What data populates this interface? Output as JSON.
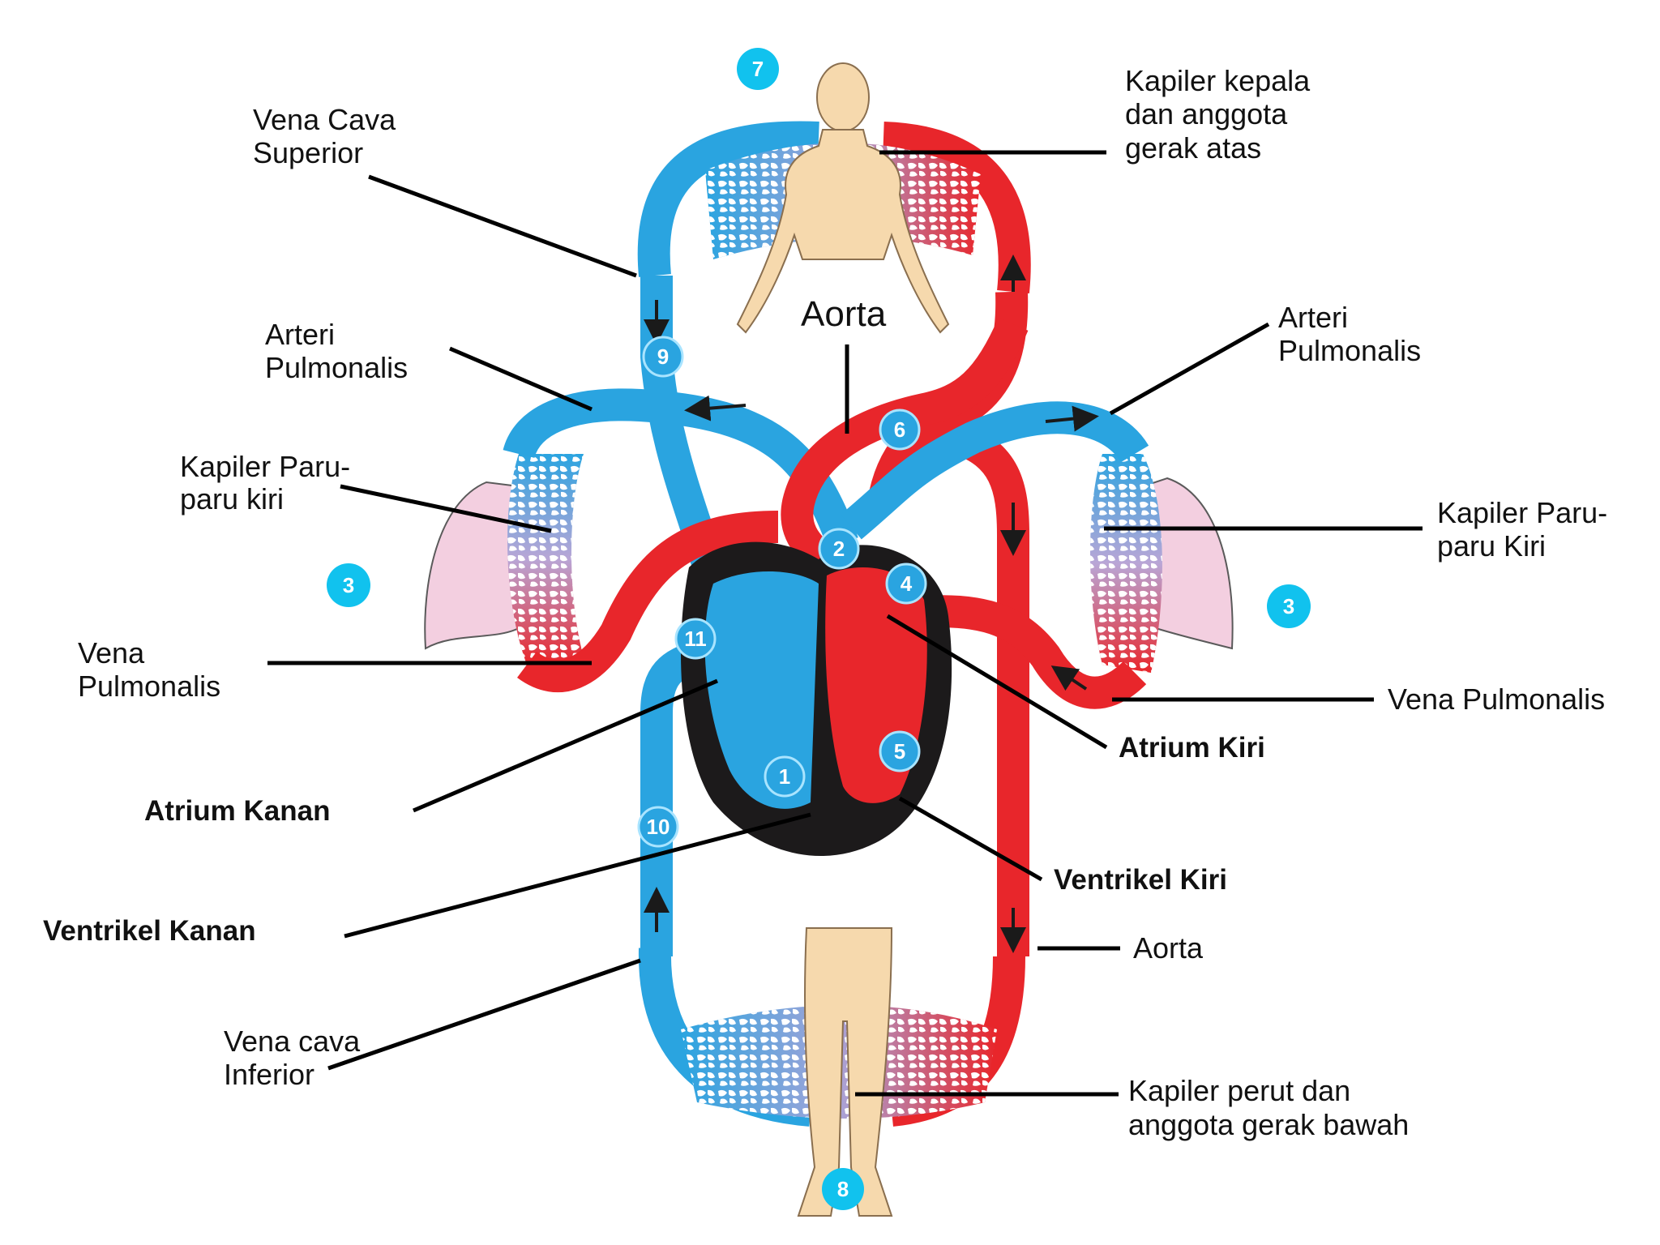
{
  "labels": {
    "vena_cava_superior": [
      "Vena Cava",
      "Superior"
    ],
    "kapiler_kepala": [
      "Kapiler kepala",
      "dan anggota",
      "gerak atas"
    ],
    "aorta_top": "Aorta",
    "arteri_pulmonalis_left": [
      "Arteri",
      "Pulmonalis"
    ],
    "arteri_pulmonalis_right": [
      "Arteri",
      "Pulmonalis"
    ],
    "kapiler_paru_left": [
      "Kapiler Paru-",
      "paru kiri"
    ],
    "kapiler_paru_right": [
      "Kapiler Paru-",
      "paru Kiri"
    ],
    "vena_pulmonalis_left": [
      "Vena",
      "Pulmonalis"
    ],
    "vena_pulmonalis_right": "Vena Pulmonalis",
    "atrium_kiri": "Atrium Kiri",
    "atrium_kanan": "Atrium Kanan",
    "ventrikel_kiri": "Ventrikel Kiri",
    "ventrikel_kanan": "Ventrikel Kanan",
    "aorta_bottom": "Aorta",
    "vena_cava_inferior": [
      "Vena cava",
      "Inferior"
    ],
    "kapiler_perut": [
      "Kapiler perut dan",
      "anggota gerak bawah"
    ]
  },
  "markers": {
    "m1": "1",
    "m2": "2",
    "m3_left": "3",
    "m3_right": "3",
    "m4": "4",
    "m5": "5",
    "m6": "6",
    "m7": "7",
    "m8": "8",
    "m9": "9",
    "m10": "10",
    "m11": "11"
  },
  "colors": {
    "vein_blue": "#2aa4e0",
    "artery_red": "#e8262b",
    "marker_cyan": "#11c2ee",
    "skin": "#f6d9ad",
    "lung_pink": "#f3cfe0",
    "heart_dark": "#1c1a1b"
  }
}
